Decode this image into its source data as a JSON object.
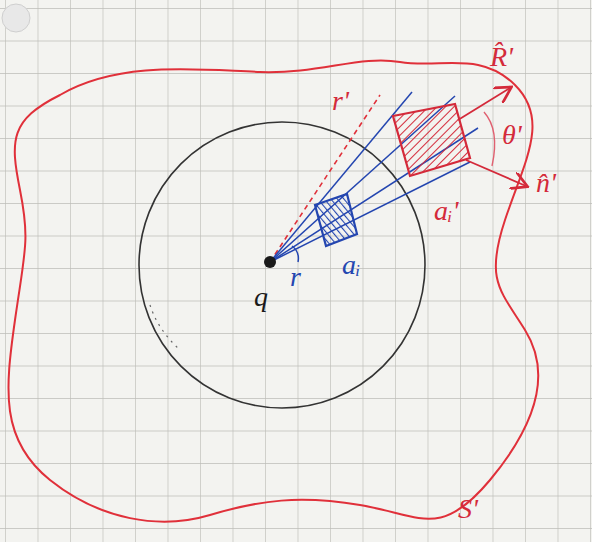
{
  "diagram": {
    "labels": [
      "R̂'",
      "r'",
      "θ'",
      "n̂'",
      "aᵢ'",
      "aᵢ",
      "r",
      "q",
      "S'"
    ]
  }
}
